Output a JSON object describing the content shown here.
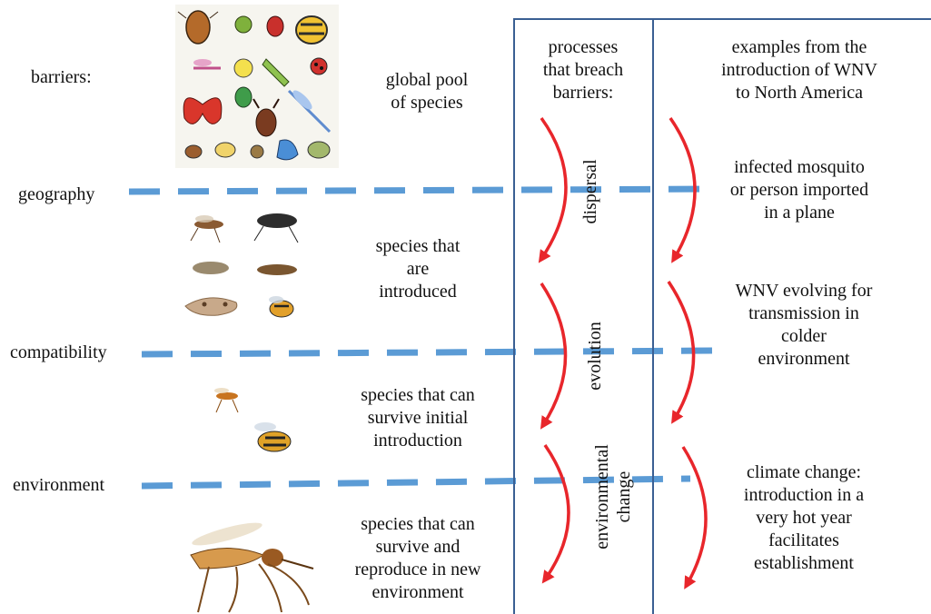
{
  "barriers_heading": "barriers:",
  "barriers": [
    {
      "id": "geography",
      "label": "geography"
    },
    {
      "id": "compatibility",
      "label": "compatibility"
    },
    {
      "id": "environment",
      "label": "environment"
    }
  ],
  "stages": [
    "global pool\nof species",
    "species that\nare\nintroduced",
    "species that can\nsurvive initial\nintroduction",
    "species that can\nsurvive and\nreproduce in new\nenvironment"
  ],
  "processes_header": "processes\nthat breach\nbarriers:",
  "examples_header": "examples from the\nintroduction of WNV\nto North America",
  "processes": [
    "dispersal",
    "evolution",
    "environmental\nchange"
  ],
  "examples": [
    "infected mosquito\nor person imported\nin a plane",
    "WNV evolving for\ntransmission in\ncolder\nenvironment",
    "climate change:\nintroduction in a\nvery hot year\nfacilitates\nestablishment"
  ],
  "colors": {
    "barrier_line": "#5b9bd5",
    "arrow": "#e8262b",
    "column_line": "#3a5f93"
  },
  "icons": [
    "insect-collage-icon",
    "introduced-insects-icon",
    "surviving-insects-icon",
    "mosquito-icon"
  ]
}
